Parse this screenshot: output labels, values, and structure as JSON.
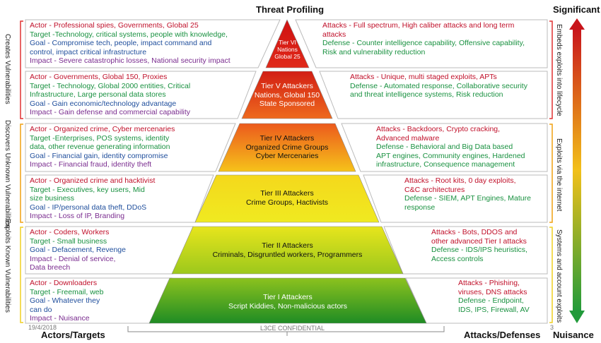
{
  "header": {
    "title": "Threat Profiling",
    "top_right": "Significant",
    "bottom_right": "Nuisance",
    "bottom_left": "Actors/Targets",
    "bottom_mid": "Attacks/Defenses"
  },
  "footer": {
    "date": "19/4/2018",
    "confidential": "L3CE CONFIDENTIAL",
    "page": "3"
  },
  "left_labels": [
    "Creates Vulnerabilities",
    "Discovers Unknown Vulnerabilities",
    "Exploits Known Vulnerabilities"
  ],
  "right_labels": [
    "Embeds exploits into lifecycle",
    "Exploits via the internet",
    "Systems and account exploits"
  ],
  "tiers": [
    {
      "name": "Tier VI",
      "lines": [
        "Tier VI",
        "Nations",
        "Global 25"
      ]
    },
    {
      "name": "Tier V",
      "lines": [
        "Tier V Attackers",
        "Nations, Global 150",
        "State Sponsored"
      ]
    },
    {
      "name": "Tier IV",
      "lines": [
        "Tier IV Attackers",
        "Organized Crime Groups",
        "Cyber Mercenaries"
      ]
    },
    {
      "name": "Tier III",
      "lines": [
        "Tier III Attackers",
        "Crime Groups, Hactivists"
      ]
    },
    {
      "name": "Tier II",
      "lines": [
        "Tier II Attackers",
        "Criminals, Disgruntled workers, Programmers"
      ]
    },
    {
      "name": "Tier I",
      "lines": [
        "Tier I Attackers",
        "Script Kiddies, Non-malicious actors"
      ]
    }
  ],
  "actors": [
    [
      {
        "c": "red",
        "t": "Actor - Professional spies, Governments, Global 25"
      },
      {
        "c": "green",
        "t": "Target -Technology, critical systems, people with knowledge,"
      },
      {
        "c": "blue",
        "t": "Goal - Compromise tech, people, impact command and"
      },
      {
        "c": "blue",
        "t": "control, impact critical infrastructure"
      },
      {
        "c": "purple",
        "t": "Impact - Severe catastrophic losses, National security impact"
      }
    ],
    [
      {
        "c": "red",
        "t": "Actor - Governments, Global 150, Proxies"
      },
      {
        "c": "green",
        "t": "Target - Technology, Global 2000 entities, Critical"
      },
      {
        "c": "green",
        "t": "Infrastructure, Large personal data stores"
      },
      {
        "c": "blue",
        "t": "Goal - Gain economic/technology advantage"
      },
      {
        "c": "purple",
        "t": "Impact - Gain defense and commercial capability"
      }
    ],
    [
      {
        "c": "red",
        "t": "Actor - Organized crime, Cyber mercenaries"
      },
      {
        "c": "green",
        "t": "Target -Enterprises, POS systems, identity"
      },
      {
        "c": "green",
        "t": "data, other revenue generating information"
      },
      {
        "c": "blue",
        "t": "Goal - Financial gain, identity compromise"
      },
      {
        "c": "purple",
        "t": "Impact - Financial fraud, identity theft"
      }
    ],
    [
      {
        "c": "red",
        "t": "Actor - Organized crime and hacktivist"
      },
      {
        "c": "green",
        "t": "Target - Executives, key users, Mid"
      },
      {
        "c": "green",
        "t": "size business"
      },
      {
        "c": "blue",
        "t": "Goal - IP/personal data theft, DDoS"
      },
      {
        "c": "purple",
        "t": "Impact - Loss of IP, Branding"
      }
    ],
    [
      {
        "c": "red",
        "t": "Actor - Coders, Workers"
      },
      {
        "c": "green",
        "t": "Target -  Small business"
      },
      {
        "c": "blue",
        "t": "Goal - Defacement, Revenge"
      },
      {
        "c": "purple",
        "t": "Impact - Denial of service,"
      },
      {
        "c": "purple",
        "t": "Data breech"
      }
    ],
    [
      {
        "c": "red",
        "t": "Actor - Downloaders"
      },
      {
        "c": "green",
        "t": "Target - Freemail, web"
      },
      {
        "c": "blue",
        "t": "Goal - Whatever they"
      },
      {
        "c": "blue",
        "t": "can do"
      },
      {
        "c": "purple",
        "t": "Impact - Nuisance"
      }
    ]
  ],
  "attacks": [
    [
      {
        "c": "red",
        "t": "Attacks - Full spectrum, High caliber attacks and long term"
      },
      {
        "c": "red",
        "t": "attacks"
      },
      {
        "c": "green",
        "t": "Defense - Counter intelligence capability, Offensive capability,"
      },
      {
        "c": "green",
        "t": "Risk and vulnerability reduction"
      }
    ],
    [
      {
        "c": "red",
        "t": "Attacks - Unique, multi staged exploits, APTs"
      },
      {
        "c": "green",
        "t": "Defense - Automated response, Collaborative security"
      },
      {
        "c": "green",
        "t": "and threat intelligence systems, Risk reduction"
      }
    ],
    [
      {
        "c": "red",
        "t": "Attacks - Backdoors, Crypto cracking,"
      },
      {
        "c": "red",
        "t": "Advanced malware"
      },
      {
        "c": "green",
        "t": "Defense -  Behavioral and Big Data based"
      },
      {
        "c": "green",
        "t": "APT engines, Community engines, Hardened"
      },
      {
        "c": "green",
        "t": "infrastructure, Consequence management"
      }
    ],
    [
      {
        "c": "red",
        "t": "Attacks - Root kits, 0 day exploits,"
      },
      {
        "c": "red",
        "t": "C&C architectures"
      },
      {
        "c": "green",
        "t": "Defense - SIEM, APT Engines, Mature"
      },
      {
        "c": "green",
        "t": "response"
      }
    ],
    [
      {
        "c": "red",
        "t": "Attacks - Bots, DDOS and"
      },
      {
        "c": "red",
        "t": "other advanced Tier I attacks"
      },
      {
        "c": "green",
        "t": "Defense - IDS/IPS heuristics,"
      },
      {
        "c": "green",
        "t": "Access controls"
      }
    ],
    [
      {
        "c": "red",
        "t": "Attacks - Phishing,"
      },
      {
        "c": "red",
        "t": "viruses, DNS attacks"
      },
      {
        "c": "green",
        "t": "Defense - Endpoint,"
      },
      {
        "c": "green",
        "t": "IDS, IPS, Firewall, AV"
      }
    ]
  ],
  "colors": {
    "red": "#c0102a",
    "blue": "#1f4e9c",
    "green": "#199140",
    "purple": "#7a2c8f",
    "tiers": [
      "#d81e1e",
      "#e6471d",
      "#f0a215",
      "#f2dd1a",
      "#bcd21a",
      "#2f9b2a"
    ]
  }
}
